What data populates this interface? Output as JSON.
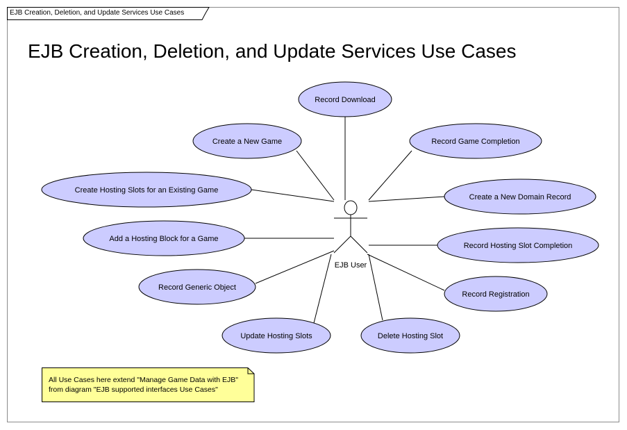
{
  "frame": {
    "tab_label": "EJB Creation, Deletion, and Update Services Use Cases"
  },
  "diagram": {
    "title": "EJB Creation, Deletion, and Update Services Use Cases",
    "actor": {
      "label": "EJB User"
    },
    "use_cases": [
      {
        "id": "record-download",
        "label": "Record Download"
      },
      {
        "id": "create-new-game",
        "label": "Create a New Game"
      },
      {
        "id": "record-game-completion",
        "label": "Record Game Completion"
      },
      {
        "id": "create-hosting-slots",
        "label": "Create Hosting Slots for an Existing Game"
      },
      {
        "id": "create-new-domain-record",
        "label": "Create a New Domain Record"
      },
      {
        "id": "add-hosting-block",
        "label": "Add a Hosting Block for a Game"
      },
      {
        "id": "record-hosting-slot-completion",
        "label": "Record Hosting Slot Completion"
      },
      {
        "id": "record-generic-object",
        "label": "Record Generic Object"
      },
      {
        "id": "record-registration",
        "label": "Record Registration"
      },
      {
        "id": "update-hosting-slots",
        "label": "Update Hosting Slots"
      },
      {
        "id": "delete-hosting-slot",
        "label": "Delete Hosting Slot"
      }
    ],
    "note": {
      "line1": "All Use Cases here extend \"Manage Game Data with EJB\"",
      "line2": "from diagram \"EJB supported interfaces Use Cases\""
    }
  },
  "colors": {
    "use_case_fill": "#ccccff",
    "use_case_stroke": "#000000",
    "note_fill": "#ffff99",
    "line": "#000000"
  }
}
